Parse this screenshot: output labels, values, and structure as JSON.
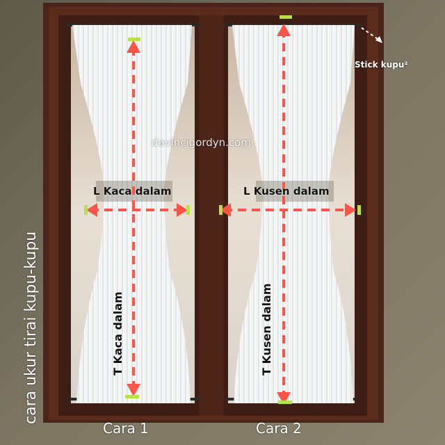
{
  "labels": {
    "side_title": "cara ukur tirai kupu-kupu",
    "watermark": "davincigordyn.com",
    "stick": "Stick kupu²",
    "left_width": "L Kaca dalam",
    "right_width": "L Kusen dalam",
    "left_height": "T Kaca dalam",
    "right_height": "T Kusen dalam",
    "cara1": "Cara 1",
    "cara2": "Cara 2"
  },
  "colors": {
    "frame": "#4a2418",
    "arrow": "#ff5548",
    "marker": "#b7e04a",
    "wall": "#6f6a58"
  }
}
